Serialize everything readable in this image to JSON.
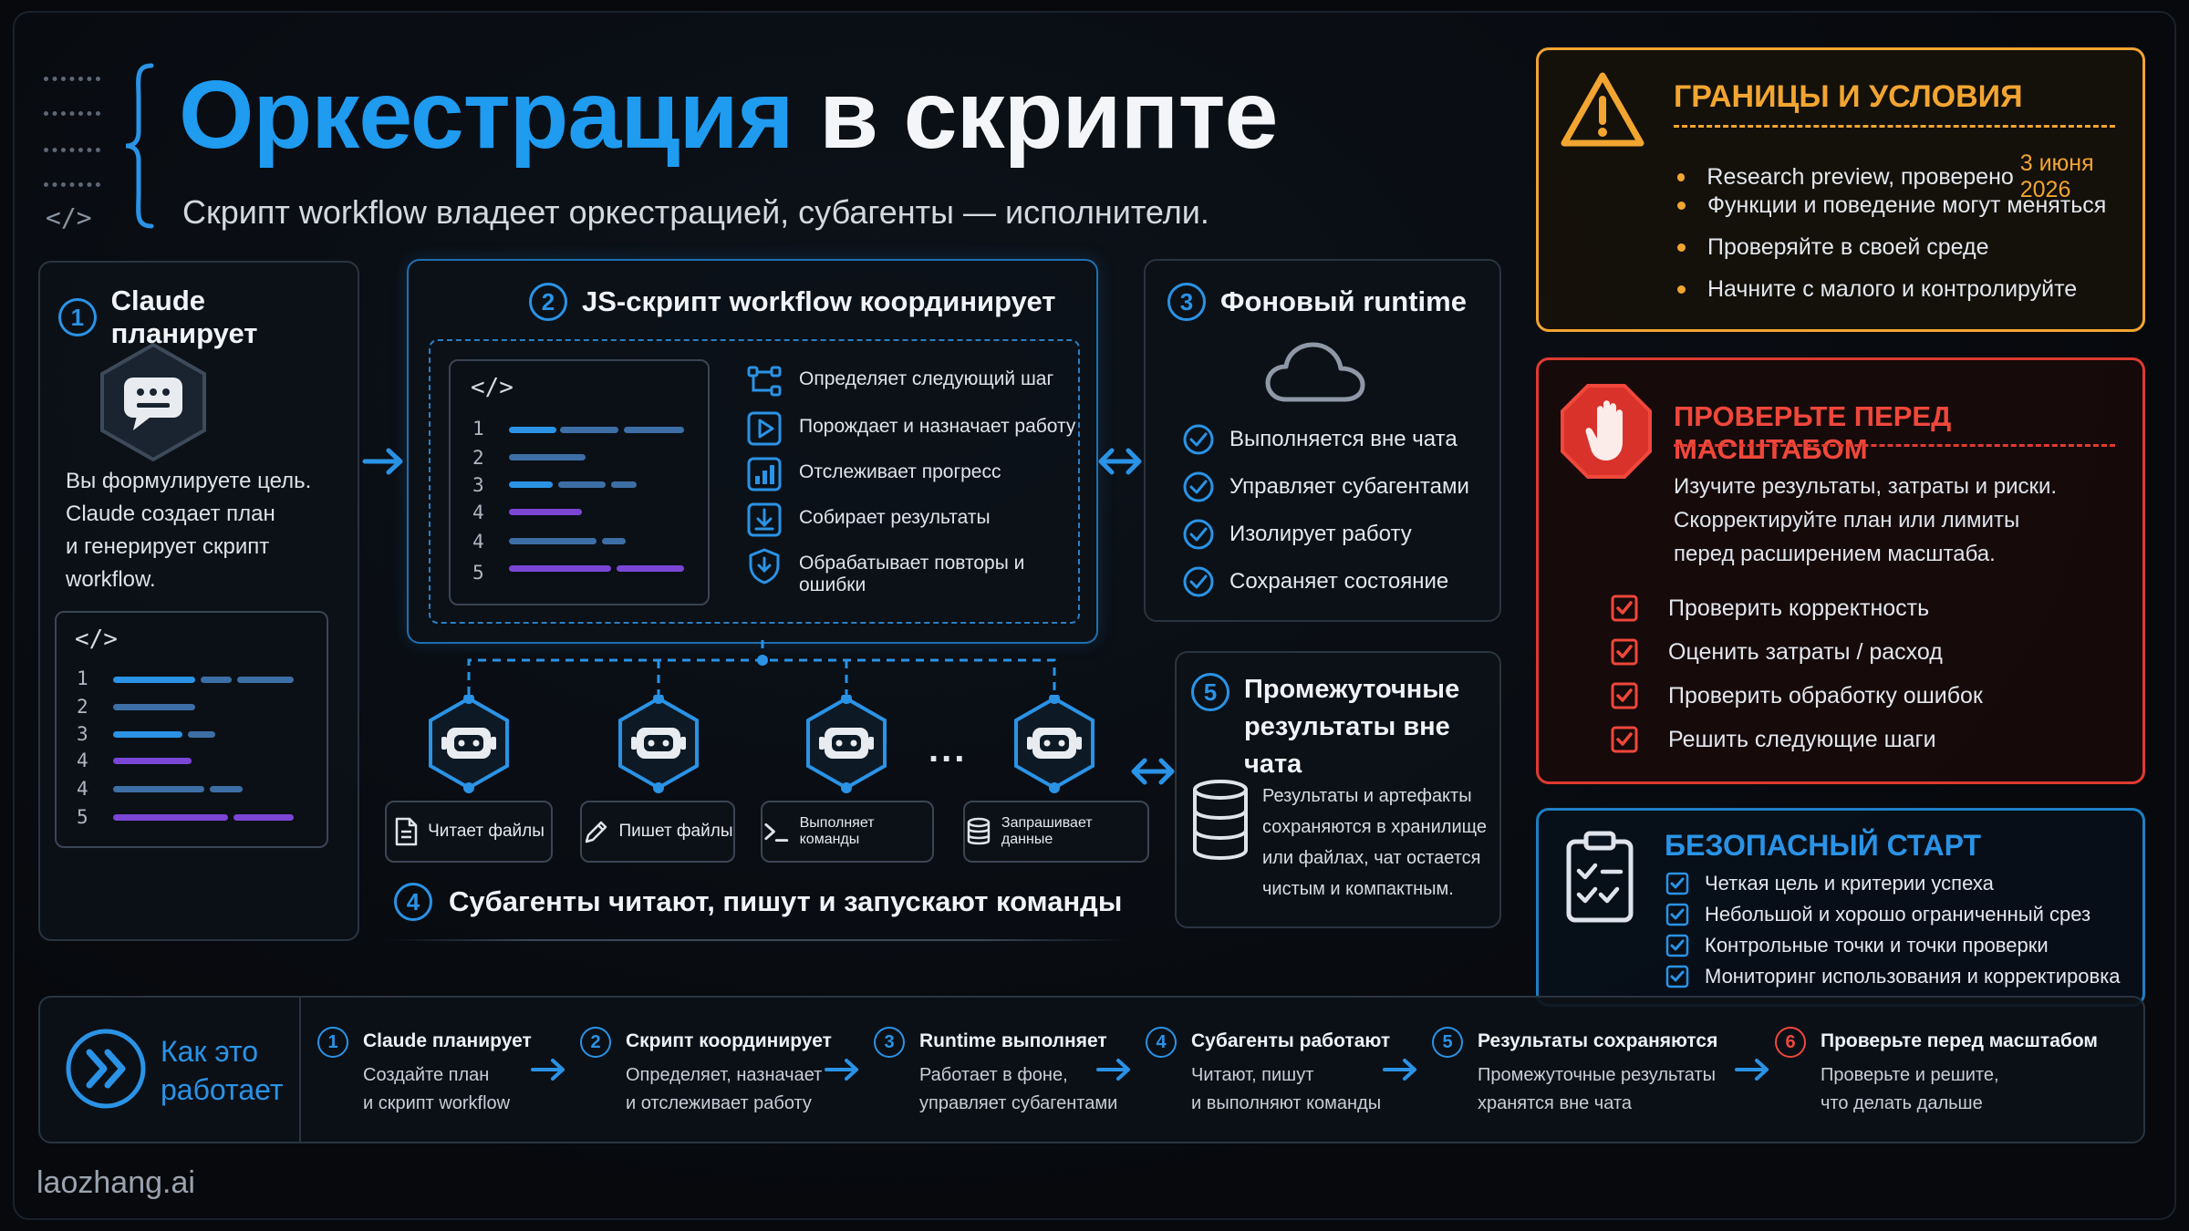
{
  "header": {
    "title_accent": "Оркестрация",
    "title_rest": " в скрипте",
    "subtitle": "Скрипт workflow владеет оркестрацией, субагенты — исполнители.",
    "code_glyph": "</>"
  },
  "step1": {
    "num": "1",
    "title": "Claude планирует",
    "text": [
      "Вы формулируете цель.",
      "Claude создает план",
      "и генерирует скрипт",
      "workflow."
    ],
    "code_tag": "</>",
    "lines": [
      "1",
      "2",
      "3",
      "4",
      "4",
      "5"
    ]
  },
  "step2": {
    "num": "2",
    "title": "JS-скрипт workflow координирует",
    "code_tag": "</>",
    "lines": [
      "1",
      "2",
      "3",
      "4",
      "4",
      "5"
    ],
    "roles": [
      {
        "icon": "branch-icon",
        "label": "Определяет следующий шаг"
      },
      {
        "icon": "play-icon",
        "label": "Порождает и назначает работу"
      },
      {
        "icon": "bar-chart-icon",
        "label": "Отслеживает прогресс"
      },
      {
        "icon": "download-icon",
        "label": "Собирает результаты"
      },
      {
        "icon": "shield-icon",
        "label": "Обрабатывает повторы и ошибки"
      }
    ]
  },
  "step3": {
    "num": "3",
    "title": "Фоновый runtime",
    "items": [
      "Выполняется вне чата",
      "Управляет субагентами",
      "Изолирует работу",
      "Сохраняет состояние"
    ]
  },
  "step4": {
    "num": "4",
    "title": "Субагенты читают, пишут и запускают команды",
    "ellipsis": "...",
    "agents": [
      {
        "icon": "file-icon",
        "label": "Читает файлы"
      },
      {
        "icon": "pencil-icon",
        "label": "Пишет файлы"
      },
      {
        "icon": "terminal-icon",
        "label": "Выполняет команды"
      },
      {
        "icon": "database-icon",
        "label": "Запрашивает данные"
      }
    ]
  },
  "step5": {
    "num": "5",
    "title": [
      "Промежуточные",
      "результаты вне чата"
    ],
    "text": [
      "Результаты и артефакты",
      "сохраняются в хранилище",
      "или файлах, чат остается",
      "чистым и компактным."
    ]
  },
  "limits": {
    "title": "ГРАНИЦЫ И УСЛОВИЯ",
    "item1_prefix": "Research preview, проверено ",
    "item1_date": "3 июня 2026",
    "items": [
      "Функции и поведение могут меняться",
      "Проверяйте в своей среде",
      "Начните с малого и контролируйте"
    ]
  },
  "check": {
    "title": "ПРОВЕРЬТЕ ПЕРЕД МАСШТАБОМ",
    "text": [
      "Изучите результаты, затраты и риски.",
      "Скорректируйте план или лимиты",
      "перед расширением масштаба."
    ],
    "items": [
      "Проверить корректность",
      "Оценить затраты / расход",
      "Проверить обработку ошибок",
      "Решить следующие шаги"
    ]
  },
  "safe": {
    "title": "БЕЗОПАСНЫЙ СТАРТ",
    "items": [
      "Четкая цель и критерии успеха",
      "Небольшой и хорошо ограниченный срез",
      "Контрольные точки и точки проверки",
      "Мониторинг использования и корректировка"
    ]
  },
  "how": {
    "title": [
      "Как это",
      "работает"
    ],
    "steps": [
      {
        "num": "1",
        "title": "Claude планирует",
        "desc": [
          "Создайте план",
          "и скрипт workflow"
        ]
      },
      {
        "num": "2",
        "title": "Скрипт координирует",
        "desc": [
          "Определяет, назначает",
          "и отслеживает работу"
        ]
      },
      {
        "num": "3",
        "title": "Runtime выполняет",
        "desc": [
          "Работает в фоне,",
          "управляет субагентами"
        ]
      },
      {
        "num": "4",
        "title": "Субагенты работают",
        "desc": [
          "Читают, пишут",
          "и выполняют команды"
        ]
      },
      {
        "num": "5",
        "title": "Результаты сохраняются",
        "desc": [
          "Промежуточные результаты",
          "хранятся вне чата"
        ]
      },
      {
        "num": "6",
        "title": "Проверьте перед масштабом",
        "desc": [
          "Проверьте и решите,",
          "что делать дальше"
        ]
      }
    ]
  },
  "footer": {
    "brand": "laozhang.ai"
  },
  "colors": {
    "accent": "#2a93e6",
    "warning": "#f2a531",
    "danger": "#f0473b",
    "purple": "#7b45d6"
  }
}
